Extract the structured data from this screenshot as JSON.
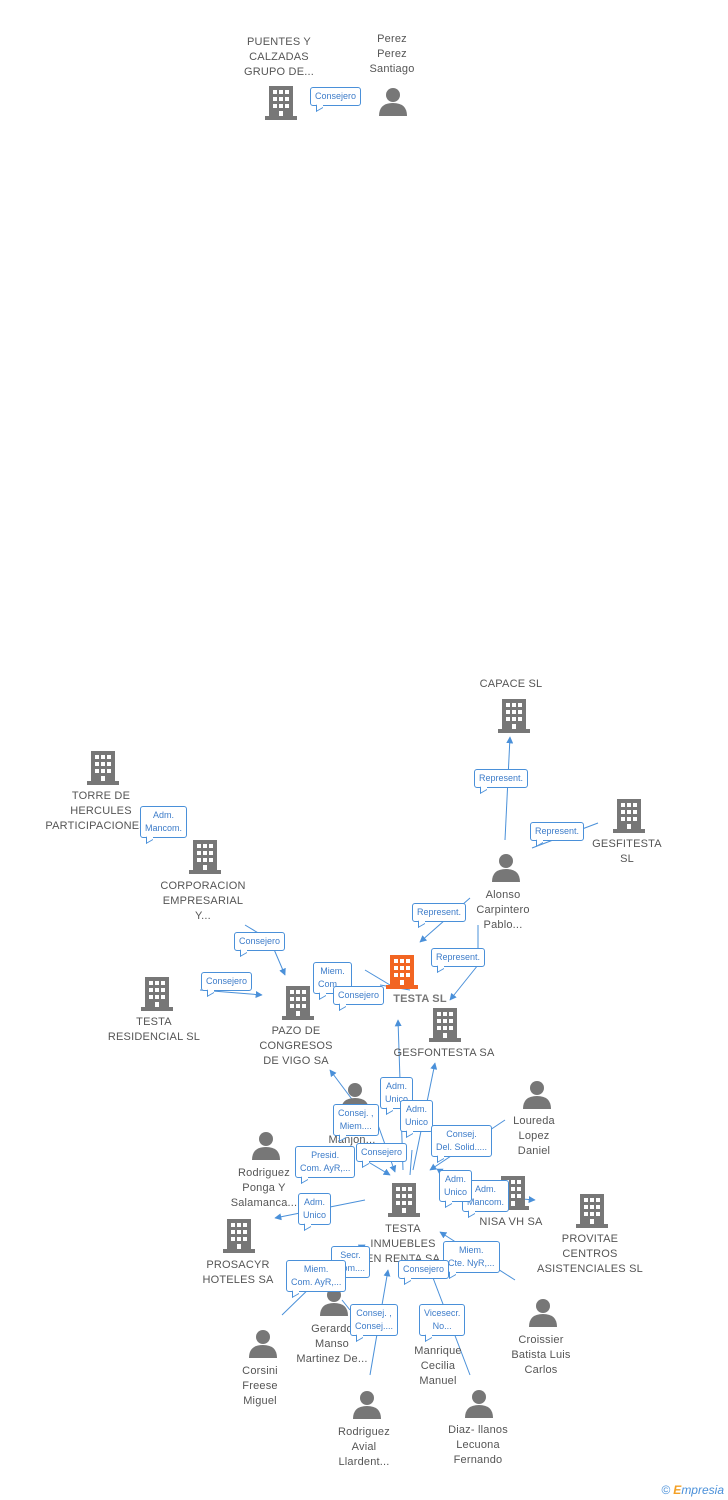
{
  "colors": {
    "building": "#777777",
    "center": "#f26522",
    "person": "#777777",
    "edge": "#4a90d9"
  },
  "nodes": {
    "puentes": {
      "type": "company",
      "label": "PUENTES Y\nCALZADAS\nGRUPO DE..."
    },
    "perez": {
      "type": "person",
      "label": "Perez\nPerez\nSantiago"
    },
    "capace": {
      "type": "company",
      "label": "CAPACE SL"
    },
    "torre": {
      "type": "company",
      "label": "TORRE DE\nHERCULES\nPARTICIPACIONES..."
    },
    "gesfitesta": {
      "type": "company",
      "label": "GESFITESTA\nSL"
    },
    "corporacion": {
      "type": "company",
      "label": "CORPORACION\nEMPRESARIAL\nY..."
    },
    "alonso": {
      "type": "person",
      "label": "Alonso\nCarpintero\nPablo..."
    },
    "testa": {
      "type": "center",
      "label": "TESTA SL"
    },
    "testares": {
      "type": "company",
      "label": "TESTA\nRESIDENCIAL SL"
    },
    "pazo": {
      "type": "company",
      "label": "PAZO DE\nCONGRESOS\nDE VIGO SA"
    },
    "gesfontesta": {
      "type": "company",
      "label": "GESFONTESTA SA"
    },
    "loureda": {
      "type": "person",
      "label": "Loureda\nLopez\nDaniel"
    },
    "lmanjon": {
      "type": "person",
      "label": "L...\nManjon..."
    },
    "rodponga": {
      "type": "person",
      "label": "Rodriguez\nPonga Y\nSalamanca..."
    },
    "nisa": {
      "type": "company",
      "label": "NISA VH SA"
    },
    "provitae": {
      "type": "company",
      "label": "PROVITAE\nCENTROS\nASISTENCIALES SL"
    },
    "tir": {
      "type": "company",
      "label": "TESTA\nINMUEBLES\nEN RENTA SA"
    },
    "prosacyr": {
      "type": "company",
      "label": "PROSACYR\nHOTELES SA"
    },
    "gerardo": {
      "type": "person",
      "label": "Gerardo\nManso\nMartinez De..."
    },
    "croissier": {
      "type": "person",
      "label": "Croissier\nBatista Luis\nCarlos"
    },
    "corsini": {
      "type": "person",
      "label": "Corsini\nFreese\nMiguel"
    },
    "manrique": {
      "type": "person",
      "label": "Manrique\nCecilia\nManuel"
    },
    "rodavial": {
      "type": "person",
      "label": "Rodriguez\nAvial\nLlardent..."
    },
    "diaz": {
      "type": "person",
      "label": "Diaz- llanos\nLecuona\nFernando"
    }
  },
  "relations": {
    "r1": "Consejero",
    "r2": "Represent.",
    "r3": "Represent.",
    "r4": "Adm.\nMancom.",
    "r5": "Represent.",
    "r6": "Represent.",
    "r7": "Consejero",
    "r8": "Miem.\nCom....",
    "r9": "Consejero",
    "r10": "Consejero",
    "r11": "Adm.\nUnico",
    "r12": "Consej. ,\nMiem....",
    "r13": "Adm.\nUnico",
    "r14": "Consej.\nDel. Solid.....",
    "r15": "Presid.\nCom. AyR,...",
    "r16": "Consejero",
    "r17": "Adm.\nMancom.",
    "r18": "Adm.\nUnico",
    "r19": "Adm.\nUnico",
    "r20": "Secr.\nCom....",
    "r21": "Miem.\nCom. AyR,...",
    "r22": "Miem.\nCte. NyR,...",
    "r23": "Consejero",
    "r24": "Consej. ,\nConsej....",
    "r25": "Vicesecr.\nNo..."
  },
  "footer": {
    "copyright": "©",
    "brand_initial": "E",
    "brand_rest": "mpresia"
  }
}
